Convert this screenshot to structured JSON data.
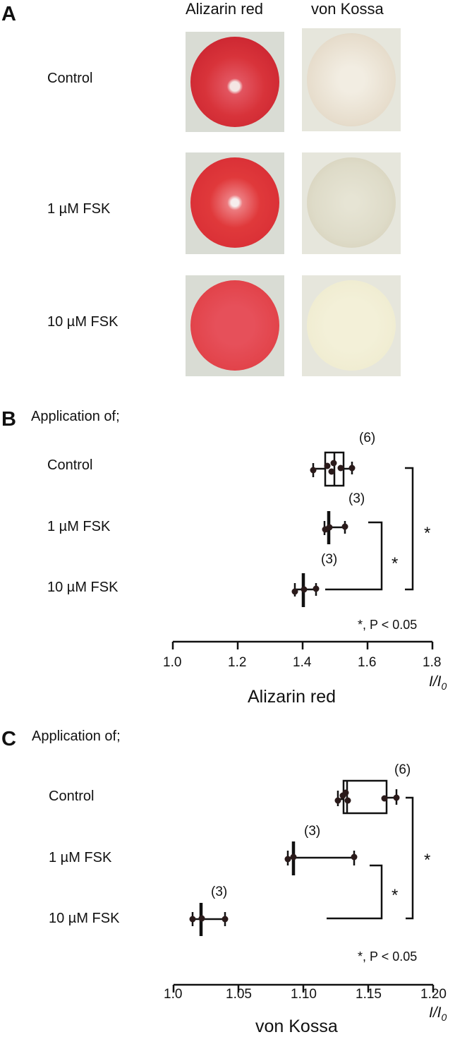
{
  "panel_a": {
    "letter": "A",
    "columns": [
      "Alizarin red",
      "von Kossa"
    ],
    "rows": [
      "Control",
      "1 µM FSK",
      "10 µM FSK"
    ],
    "colors": {
      "alizarin": [
        "#d8333a",
        "#e0393b",
        "#e2434a"
      ],
      "vonkossa": [
        "#e9e2d3",
        "#dedbc8",
        "#efebcf"
      ],
      "alizarin_rim": "#9c1422",
      "vonkossa_rim": [
        "#3c2a1e",
        "#7a6a44",
        "#8e7a4c"
      ]
    }
  },
  "panel_b": {
    "letter": "B",
    "heading": "Application of;",
    "rows": [
      "Control",
      "1 µM FSK",
      "10 µM FSK"
    ],
    "n_labels": [
      "(6)",
      "(3)",
      "(3)"
    ],
    "sig_marks": [
      "*",
      "*"
    ],
    "p_note": "*, P < 0.05",
    "ticks": [
      "1.0",
      "1.2",
      "1.4",
      "1.6",
      "1.8"
    ],
    "unit": "I/I",
    "unit_sub": "0",
    "xlabel": "Alizarin red"
  },
  "panel_c": {
    "letter": "C",
    "heading": "Application of;",
    "rows": [
      "Control",
      "1 µM FSK",
      "10 µM FSK"
    ],
    "n_labels": [
      "(6)",
      "(3)",
      "(3)"
    ],
    "sig_marks": [
      "*",
      "*"
    ],
    "p_note": "*, P < 0.05",
    "ticks": [
      "1.0",
      "1.05",
      "1.10",
      "1.15",
      "1.20"
    ],
    "unit": "I/I",
    "unit_sub": "0",
    "xlabel": "von Kossa"
  },
  "chart_data": [
    {
      "type": "box",
      "title": "Alizarin red",
      "xlabel": "I/I0",
      "ylabel": "Application of;",
      "xlim": [
        1.0,
        1.8
      ],
      "xticks": [
        1.0,
        1.2,
        1.4,
        1.6,
        1.8
      ],
      "orientation": "horizontal",
      "categories": [
        "Control",
        "1 µM FSK",
        "10 µM FSK"
      ],
      "n": [
        6,
        3,
        3
      ],
      "series": [
        {
          "name": "Control",
          "whisker_low": 1.433,
          "q1": 1.47,
          "median": 1.498,
          "q3": 1.526,
          "whisker_high": 1.552,
          "points": [
            1.433,
            1.469,
            1.487,
            1.498,
            1.51,
            1.552
          ]
        },
        {
          "name": "1 µM FSK",
          "whisker_low": 1.467,
          "median": 1.48,
          "whisker_high": 1.53,
          "points": [
            1.467,
            1.48,
            1.53
          ]
        },
        {
          "name": "10 µM FSK",
          "whisker_low": 1.376,
          "median": 1.402,
          "whisker_high": 1.441,
          "points": [
            1.376,
            1.402,
            1.441
          ]
        }
      ],
      "significance": [
        {
          "pair": [
            "1 µM FSK",
            "10 µM FSK"
          ],
          "mark": "*"
        },
        {
          "pair": [
            "Control",
            "10 µM FSK"
          ],
          "mark": "*"
        }
      ],
      "annotation": "*, P < 0.05",
      "grid": false
    },
    {
      "type": "box",
      "title": "von Kossa",
      "xlabel": "I/I0",
      "ylabel": "Application of;",
      "xlim": [
        1.0,
        1.2
      ],
      "xticks": [
        1.0,
        1.05,
        1.1,
        1.15,
        1.2
      ],
      "orientation": "horizontal",
      "categories": [
        "Control",
        "1 µM FSK",
        "10 µM FSK"
      ],
      "n": [
        6,
        3,
        3
      ],
      "series": [
        {
          "name": "Control",
          "whisker_low": 1.127,
          "q1": 1.131,
          "median": 1.134,
          "q3": 1.164,
          "whisker_high": 1.172,
          "points": [
            1.127,
            1.13,
            1.132,
            1.136,
            1.162,
            1.172
          ]
        },
        {
          "name": "1 µM FSK",
          "whisker_low": 1.088,
          "median": 1.092,
          "whisker_high": 1.139,
          "points": [
            1.088,
            1.092,
            1.139
          ]
        },
        {
          "name": "10 µM FSK",
          "whisker_low": 1.015,
          "median": 1.021,
          "whisker_high": 1.04,
          "points": [
            1.015,
            1.021,
            1.04
          ]
        }
      ],
      "significance": [
        {
          "pair": [
            "1 µM FSK",
            "10 µM FSK"
          ],
          "mark": "*"
        },
        {
          "pair": [
            "Control",
            "10 µM FSK"
          ],
          "mark": "*"
        }
      ],
      "annotation": "*, P < 0.05",
      "grid": false
    }
  ]
}
